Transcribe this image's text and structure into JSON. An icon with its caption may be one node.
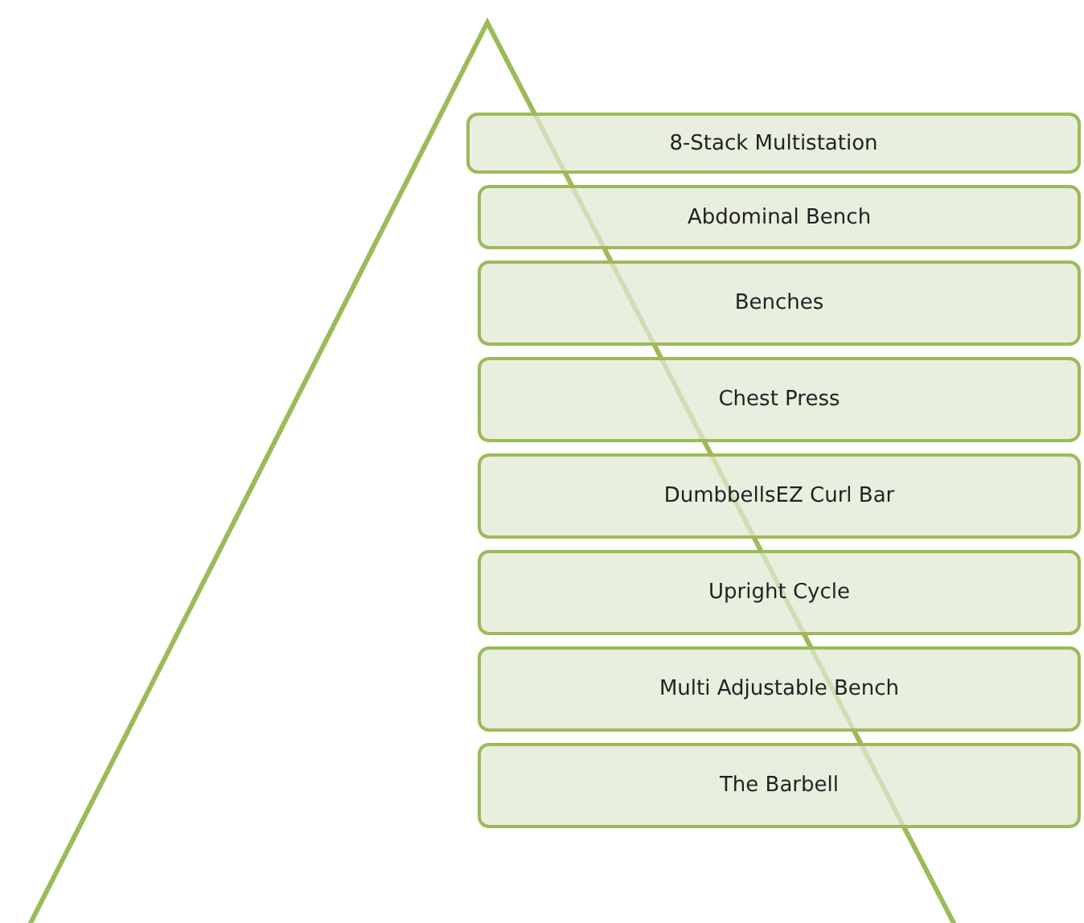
{
  "diagram": {
    "nodes": [
      {
        "text": [
          "8-Stack Multistation"
        ]
      },
      {
        "text": [
          "Abdominal Bench"
        ]
      },
      {
        "text": [
          "Benches"
        ]
      },
      {
        "text": [
          "Chest Press"
        ]
      },
      {
        "text": [
          "DumbbellsEZ Curl Bar"
        ]
      },
      {
        "text": [
          "Upright Cycle"
        ]
      },
      {
        "text": [
          "Multi Adjustable Bench"
        ]
      },
      {
        "text": [
          "The Barbell"
        ]
      }
    ]
  }
}
